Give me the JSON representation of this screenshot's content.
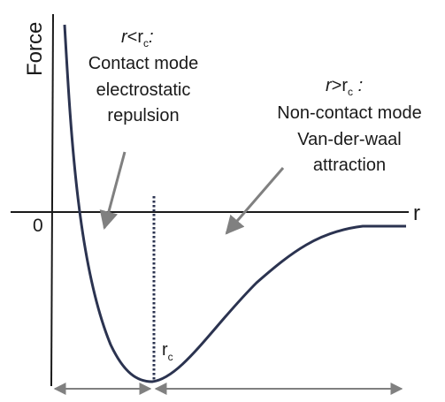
{
  "axes": {
    "y_label": "Force",
    "x_label": "r",
    "zero_label": "0"
  },
  "critical_marker": {
    "label_main": "r",
    "label_sub": "c"
  },
  "annotations": {
    "repulsion": {
      "condition_var": "r",
      "condition_op": "<",
      "condition_r": "r",
      "condition_sub": "c",
      "condition_tail": ":",
      "line1": "Contact mode",
      "line2": "electrostatic",
      "line3": "repulsion"
    },
    "attraction": {
      "condition_var": "r",
      "condition_op": ">",
      "condition_r": "r",
      "condition_sub": "c",
      "condition_tail": " :",
      "line1": "Non-contact mode",
      "line2": "Van-der-waal",
      "line3": "attraction"
    }
  },
  "colors": {
    "curve": "#2b3350",
    "axis": "#1a1a1a",
    "arrows": "#808080",
    "dotted_marker": "#2b3350"
  }
}
